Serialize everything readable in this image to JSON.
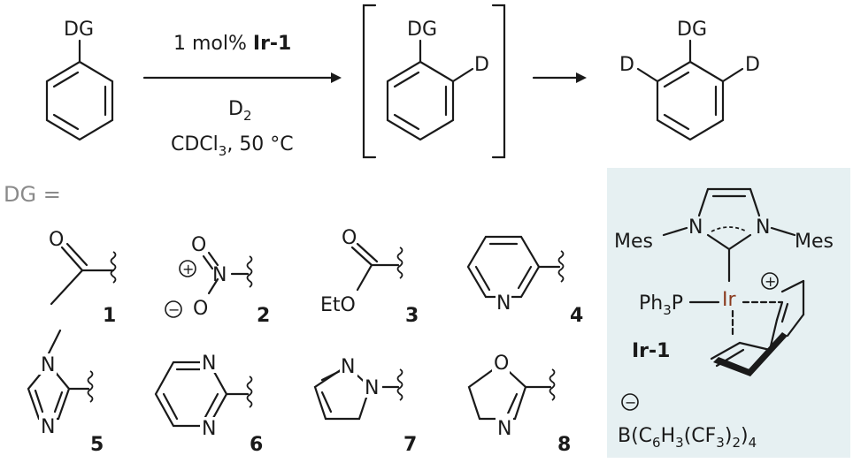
{
  "scheme": {
    "reactant_label": "DG",
    "conditions": {
      "catalyst_prefix": "1 mol% ",
      "catalyst": "Ir-1",
      "reagent": "D",
      "reagent_sub": "2",
      "solvent_pre": "CDCl",
      "solvent_sub": "3",
      "solvent_post": ", 50 °C"
    },
    "intermediate": {
      "dg": "DG",
      "d": "D"
    },
    "product": {
      "dg": "DG",
      "d_left": "D",
      "d_right": "D"
    }
  },
  "dg_header": "DG =",
  "directing_groups": [
    {
      "number": "1"
    },
    {
      "number": "2",
      "atom_o_top": "O",
      "atom_n": "N",
      "atom_o_bottom": "O",
      "plus": "+",
      "minus": "−"
    },
    {
      "number": "3",
      "atom_o": "O",
      "eto": "EtO"
    },
    {
      "number": "4",
      "atom_n": "N"
    },
    {
      "number": "5",
      "atom_n_top": "N",
      "atom_n_bottom": "N"
    },
    {
      "number": "6",
      "atom_n_top": "N",
      "atom_n_bottom": "N"
    },
    {
      "number": "7",
      "atom_n_top": "N",
      "atom_n_right": "N"
    },
    {
      "number": "8",
      "atom_o": "O",
      "atom_n": "N"
    }
  ],
  "catalyst_panel": {
    "background": "#e6f0f2",
    "mes_left": "Mes",
    "n_left": "N",
    "n_right": "N",
    "mes_right": "Mes",
    "ph3p_pre": "Ph",
    "ph3p_sub": "3",
    "ph3p_post": "P",
    "ir": "Ir",
    "plus": "+",
    "name": "Ir-1",
    "minus": "−",
    "anion_1": "B(C",
    "anion_s1": "6",
    "anion_2": "H",
    "anion_s2": "3",
    "anion_3": "(CF",
    "anion_s3": "3",
    "anion_4": ")",
    "anion_s4": "2",
    "anion_5": ")",
    "anion_s5": "4",
    "ir_color": "#8a3a1e"
  }
}
